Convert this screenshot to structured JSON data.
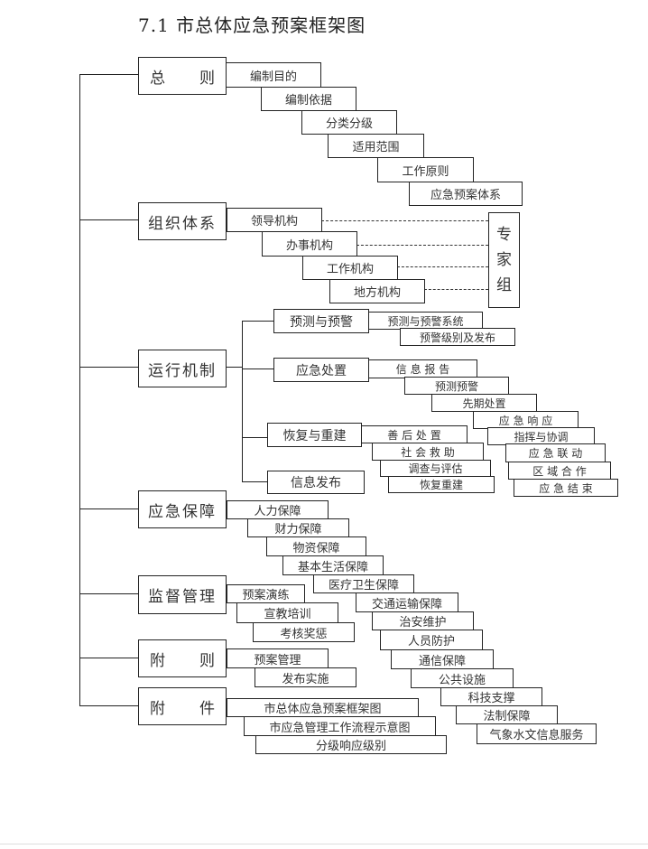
{
  "title": "7.1 市总体应急预案框架图",
  "general": {
    "label": [
      "总",
      "则"
    ],
    "items": [
      "编制目的",
      "编制依据",
      "分类分级",
      "适用范围",
      "工作原则",
      "应急预案体系"
    ]
  },
  "org": {
    "label": "组织体系",
    "items": [
      "领导机构",
      "办事机构",
      "工作机构",
      "地方机构"
    ],
    "expert": [
      "专",
      "家",
      "组"
    ]
  },
  "ops": {
    "label": "运行机制",
    "forecast": {
      "label": "预测与预警",
      "items": [
        "预测与预警系统",
        "预警级别及发布"
      ]
    },
    "response": {
      "label": "应急处置",
      "items": [
        "信 息 报 告",
        "预测预警",
        "先期处置",
        "应 急 响 应",
        "指挥与协调",
        "应 急 联 动",
        "区 域 合 作",
        "应 急 结 束"
      ]
    },
    "recovery": {
      "label": "恢复与重建",
      "items": [
        "善 后 处 置",
        "社 会 救 助",
        "调查与评估",
        "恢复重建"
      ]
    },
    "release": {
      "label": "信息发布"
    }
  },
  "support": {
    "label": "应急保障",
    "items": [
      "人力保障",
      "财力保障",
      "物资保障",
      "基本生活保障",
      "医疗卫生保障",
      "交通运输保障",
      "治安维护",
      "人员防护",
      "通信保障",
      "公共设施",
      "科技支撑",
      "法制保障",
      "气象水文信息服务"
    ]
  },
  "supervise": {
    "label": "监督管理",
    "items": [
      "预案演练",
      "宣教培训",
      "考核奖惩"
    ]
  },
  "supplement": {
    "label": [
      "附",
      "则"
    ],
    "items": [
      "预案管理",
      "发布实施"
    ]
  },
  "annex": {
    "label": [
      "附",
      "件"
    ],
    "items": [
      "市总体应急预案框架图",
      "市应急管理工作流程示意图",
      "分级响应级别"
    ]
  }
}
